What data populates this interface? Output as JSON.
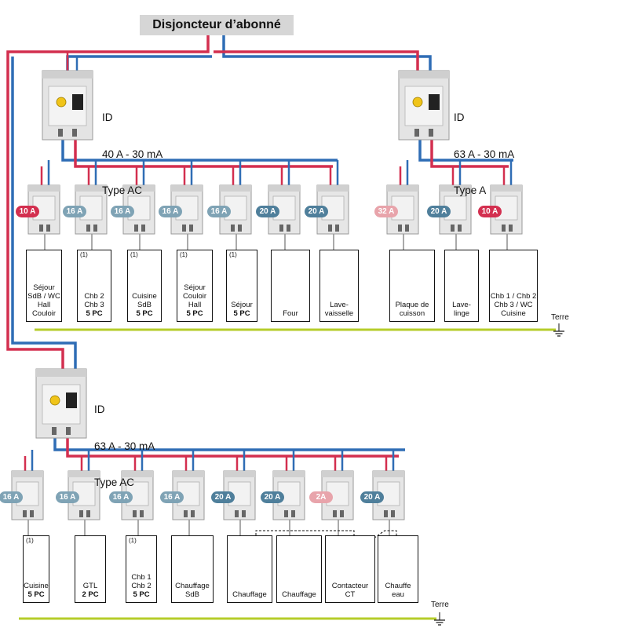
{
  "title": "Disjoncteur d’abonné",
  "differentials": [
    {
      "lines": [
        "ID",
        "40 A - 30 mA",
        "Type AC"
      ]
    },
    {
      "lines": [
        "ID",
        "63 A - 30 mA",
        "Type A"
      ]
    },
    {
      "lines": [
        "ID",
        "63 A - 30 mA",
        "Type AC"
      ]
    }
  ],
  "row1": [
    {
      "rating": "10 A",
      "color": "#d32f4f",
      "icon": "bulb-icon",
      "note": "",
      "label": [
        "Séjour",
        "SdB / WC",
        "Hall",
        "Couloir"
      ],
      "bold": ""
    },
    {
      "rating": "16 A",
      "color": "#7fa3b5",
      "icon": "socket-icon",
      "note": "(1)",
      "label": [
        "Chb 2",
        "Chb 3"
      ],
      "bold": "5 PC"
    },
    {
      "rating": "16 A",
      "color": "#7fa3b5",
      "icon": "socket-icon",
      "note": "(1)",
      "label": [
        "Cuisine",
        "SdB"
      ],
      "bold": "5 PC"
    },
    {
      "rating": "16 A",
      "color": "#7fa3b5",
      "icon": "socket-icon",
      "note": "(1)",
      "label": [
        "Séjour",
        "Couloir",
        "Hall"
      ],
      "bold": "5 PC"
    },
    {
      "rating": "16 A",
      "color": "#7fa3b5",
      "icon": "socket-icon",
      "note": "(1)",
      "label": [
        "Séjour"
      ],
      "bold": "5 PC"
    },
    {
      "rating": "20 A",
      "color": "#4f7f9b",
      "icon": "oven-icon",
      "note": "",
      "label": [
        "Four"
      ],
      "bold": ""
    },
    {
      "rating": "20 A",
      "color": "#4f7f9b",
      "icon": "dishwasher-icon",
      "note": "",
      "label": [
        "Lave-",
        "vaisselle"
      ],
      "bold": ""
    },
    {
      "rating": "32 A",
      "color": "#e8a4ab",
      "icon": "cooktop-icon",
      "note": "",
      "label": [
        "Plaque de",
        "cuisson"
      ],
      "bold": ""
    },
    {
      "rating": "20 A",
      "color": "#4f7f9b",
      "icon": "washing-machine-icon",
      "note": "",
      "label": [
        "Lave-",
        "linge"
      ],
      "bold": ""
    },
    {
      "rating": "10 A",
      "color": "#d32f4f",
      "icon": "bulb-icon",
      "note": "",
      "label": [
        "Chb 1 / Chb 2",
        "Chb 3 / WC",
        "Cuisine"
      ],
      "bold": ""
    }
  ],
  "row2": [
    {
      "rating": "16 A",
      "color": "#7fa3b5",
      "icon": "socket-icon",
      "note": "(1)",
      "label": [
        "Cuisine"
      ],
      "bold": "5 PC"
    },
    {
      "rating": "16 A",
      "color": "#7fa3b5",
      "icon": "socket-icon",
      "note": "",
      "label": [
        "GTL"
      ],
      "bold": "2 PC"
    },
    {
      "rating": "16 A",
      "color": "#7fa3b5",
      "icon": "socket-icon",
      "note": "(1)",
      "label": [
        "Chb 1",
        "Chb 2"
      ],
      "bold": "5 PC"
    },
    {
      "rating": "16 A",
      "color": "#7fa3b5",
      "icon": "heater-icon",
      "note": "",
      "label": [
        "Chauffage",
        "SdB"
      ],
      "bold": ""
    },
    {
      "rating": "20 A",
      "color": "#4f7f9b",
      "icon": "heater-icon",
      "note": "",
      "label": [
        "Chauffage"
      ],
      "bold": ""
    },
    {
      "rating": "20 A",
      "color": "#4f7f9b",
      "icon": "heater-icon",
      "note": "",
      "label": [
        "Chauffage"
      ],
      "bold": ""
    },
    {
      "rating": "2A",
      "color": "#e8a4ab",
      "icon": "contactor-icon",
      "note": "",
      "label": [
        "Contacteur",
        "CT"
      ],
      "bold": ""
    },
    {
      "rating": "20 A",
      "color": "#4f7f9b",
      "icon": "water-heater-icon",
      "note": "",
      "label": [
        "Chauffe",
        "eau"
      ],
      "bold": ""
    }
  ],
  "earth_labels": [
    "Terre",
    "Terre"
  ],
  "colors": {
    "phase": "#d32f4f",
    "neutral": "#2f6db5",
    "earth": "#b5cc2a"
  }
}
